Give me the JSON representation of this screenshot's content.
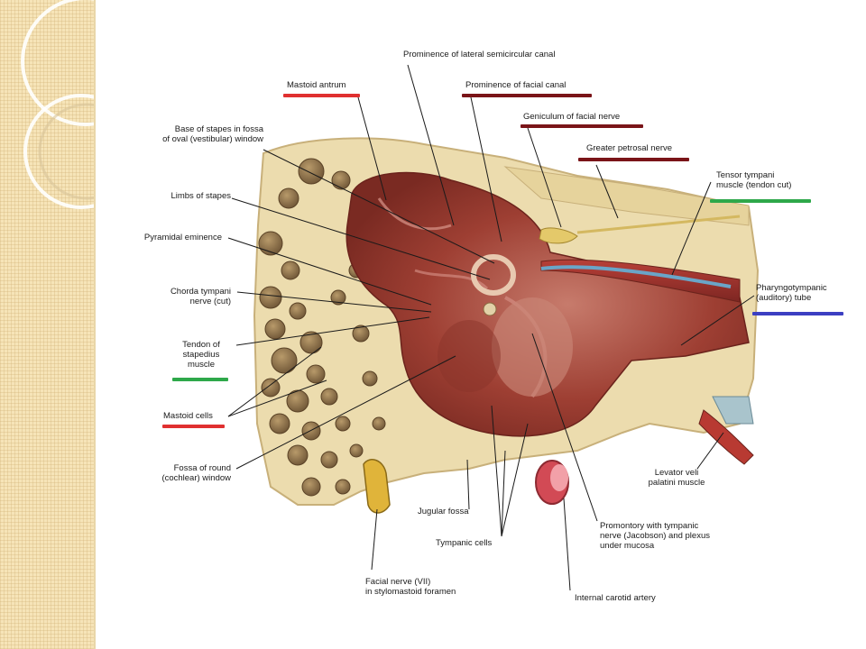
{
  "labels": {
    "prom_lat_semicircular": "Prominence of lateral semicircular canal",
    "mastoid_antrum": "Mastoid antrum",
    "prom_facial_canal": "Prominence of facial canal",
    "geniculum": "Geniculum of facial nerve",
    "greater_petrosal": "Greater petrosal nerve",
    "base_stapes": "Base of stapes in fossa\nof oval (vestibular) window",
    "tensor_tympani": "Tensor tympani\nmuscle (tendon cut)",
    "limbs_stapes": "Limbs of stapes",
    "pyramidal": "Pyramidal eminence",
    "pharyngotympanic": "Pharyngotympanic\n(auditory) tube",
    "chorda_tympani": "Chorda tympani\nnerve (cut)",
    "tendon_stapedius": "Tendon of\nstapedius\nmuscle",
    "mastoid_cells": "Mastoid cells",
    "fossa_round": "Fossa of round\n(cochlear) window",
    "levator": "Levator veli\npalatini muscle",
    "jugular_fossa": "Jugular fossa",
    "tympanic_cells": "Tympanic cells",
    "promontory": "Promontory with tympanic\nnerve (Jacobson) and plexus\nunder mucosa",
    "facial_nerve": "Facial nerve (VII)\nin stylomastoid foramen",
    "internal_carotid": "Internal carotid artery"
  },
  "colors": {
    "red": "#e03030",
    "dark_red": "#7a1418",
    "green": "#2ea84a",
    "blue": "#3c3fc2",
    "bone": "#ecdcae",
    "cavity": "#9a3a30"
  }
}
